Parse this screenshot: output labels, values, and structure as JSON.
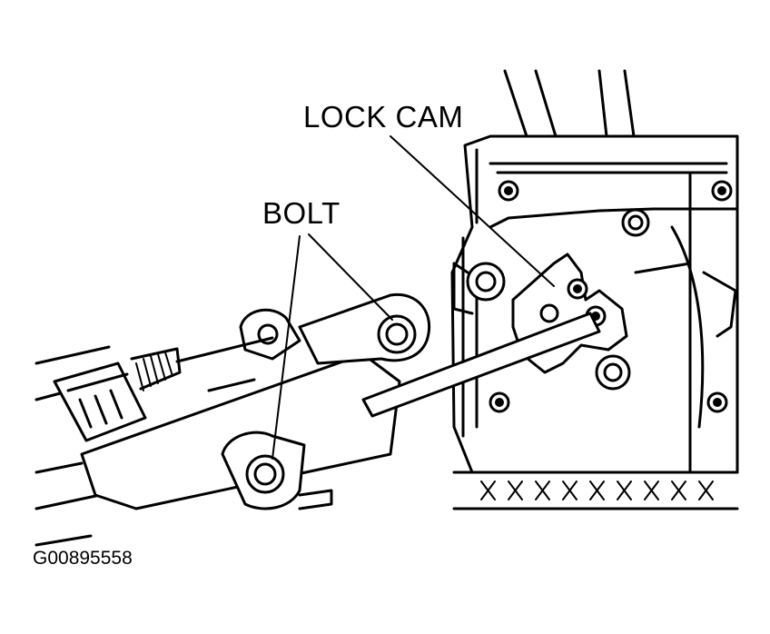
{
  "labels": {
    "lock_cam": "LOCK CAM",
    "bolt": "BOLT"
  },
  "figure_id": "G00895558",
  "colors": {
    "ink": "#000000",
    "paper": "#ffffff"
  }
}
